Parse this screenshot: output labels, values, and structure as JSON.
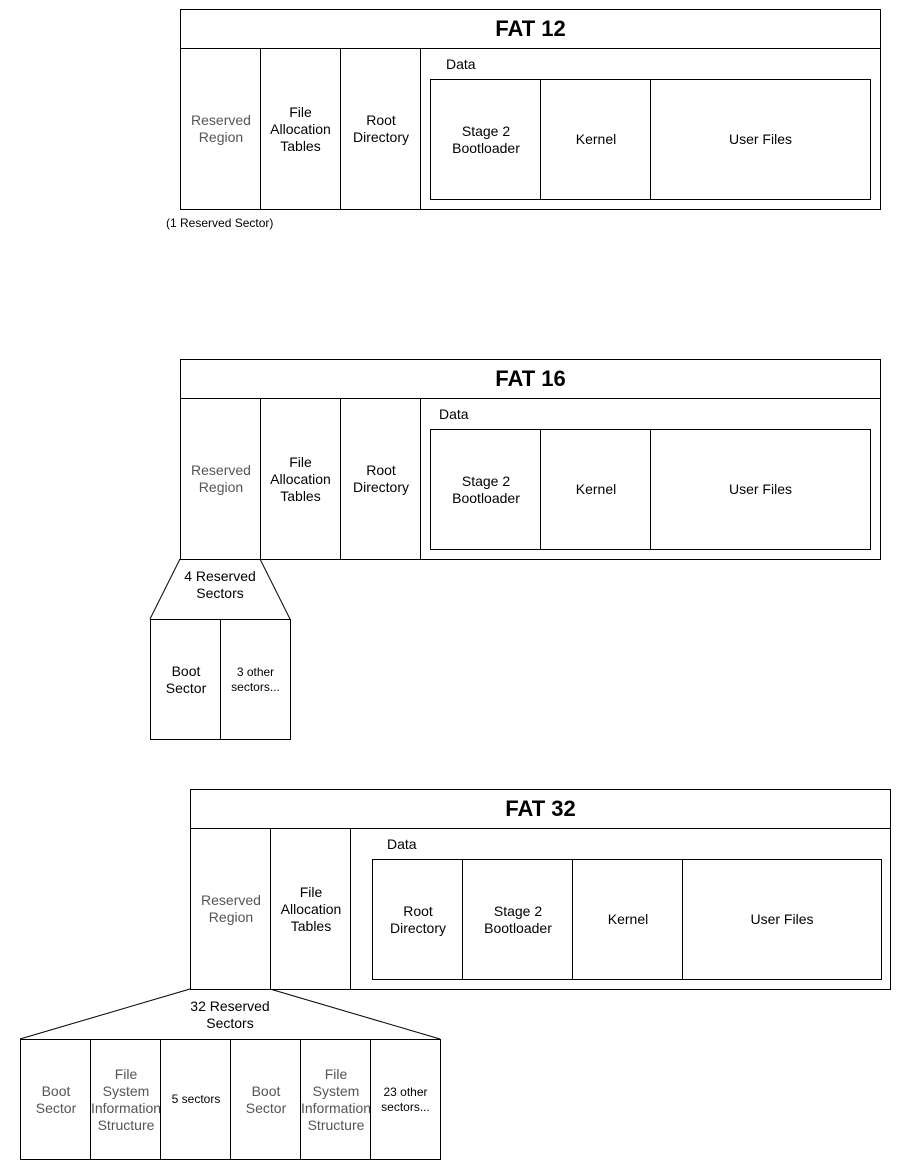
{
  "fat12": {
    "title": "FAT 12",
    "reserved": "Reserved\nRegion",
    "fat_tables": "File\nAllocation\nTables",
    "root_dir": "Root\nDirectory",
    "data_label": "Data",
    "stage2": "Stage 2\nBootloader",
    "kernel": "Kernel",
    "user_files": "User Files",
    "note": "(1 Reserved Sector)"
  },
  "fat16": {
    "title": "FAT 16",
    "reserved": "Reserved\nRegion",
    "fat_tables": "File\nAllocation\nTables",
    "root_dir": "Root\nDirectory",
    "data_label": "Data",
    "stage2": "Stage 2\nBootloader",
    "kernel": "Kernel",
    "user_files": "User Files",
    "expand_label": "4 Reserved\nSectors",
    "sectors": [
      "Boot\nSector",
      "3 other\nsectors..."
    ]
  },
  "fat32": {
    "title": "FAT 32",
    "reserved": "Reserved\nRegion",
    "fat_tables": "File\nAllocation\nTables",
    "data_label": "Data",
    "root_dir": "Root\nDirectory",
    "stage2": "Stage 2\nBootloader",
    "kernel": "Kernel",
    "user_files": "User Files",
    "expand_label": "32 Reserved\nSectors",
    "sectors": [
      "Boot\nSector",
      "File\nSystem\nInformation\nStructure",
      "5 sectors",
      "Boot\nSector",
      "File\nSystem\nInformation\nStructure",
      "23 other\nsectors..."
    ]
  }
}
